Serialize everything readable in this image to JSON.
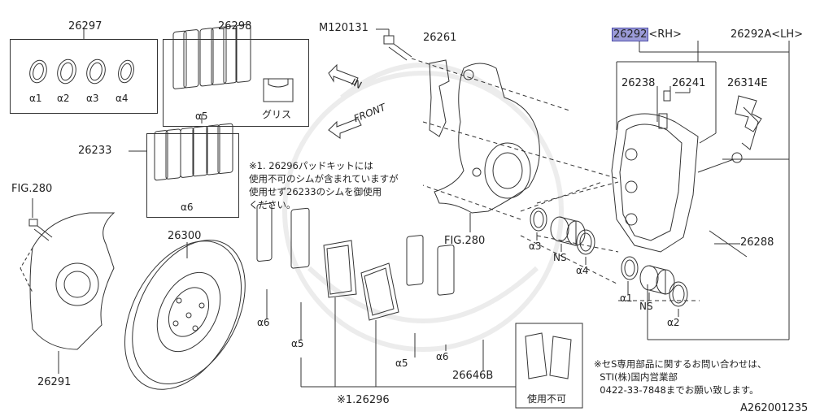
{
  "diagram_id": "A262001235",
  "part_numbers": {
    "p26297": "26297",
    "p26298": "26298",
    "p26233": "26233",
    "fig280_left": "FIG.280",
    "fig280_mid": "FIG.280",
    "p26300": "26300",
    "p26291": "26291",
    "m120131": "M120131",
    "p26261": "26261",
    "p26292": "26292",
    "p26292_rh": "<RH>",
    "p26292a": "26292A<LH>",
    "p26238": "26238",
    "p26241": "26241",
    "p26314e": "26314E",
    "p26288": "26288",
    "p26646b": "26646B",
    "p26296": "※1.26296"
  },
  "sub_labels": {
    "a1": "α1",
    "a2": "α2",
    "a3": "α3",
    "a4": "α4",
    "a5": "α5",
    "a6": "α6",
    "grease": "グリス",
    "ns": "NS",
    "unusable": "使用不可"
  },
  "arrows": {
    "in": "IN",
    "front": "FRONT"
  },
  "notes": {
    "pad_kit_note": "※1. 26296パッドキットには\n使用不可のシムが含まれていますが\n使用せず26233のシムを御使用\nください。",
    "sti_note": "※セS専用部品に関するお問い合わせは、\n  STI(株)国内営業部\n  0422-33-7848までお願い致します。"
  }
}
